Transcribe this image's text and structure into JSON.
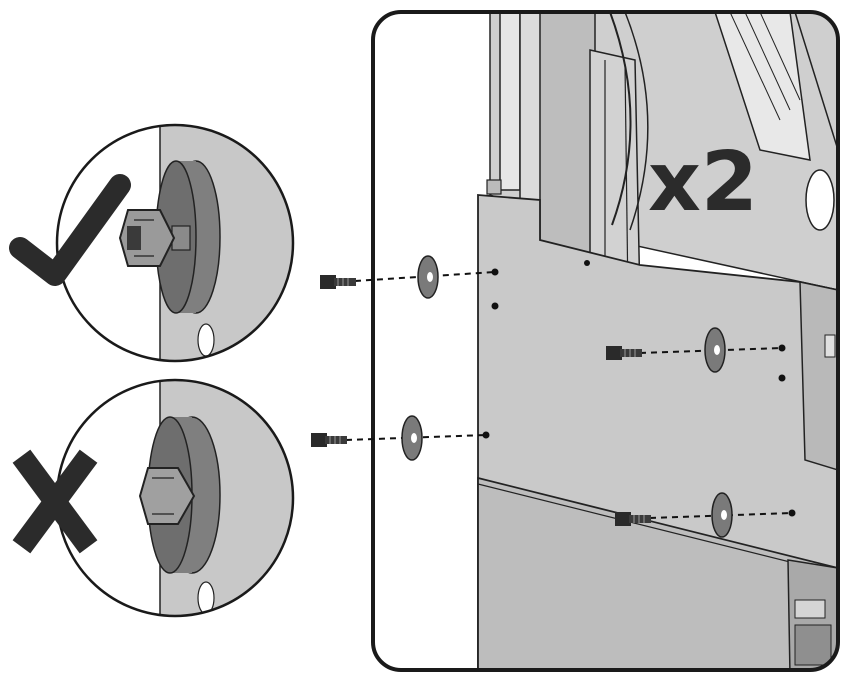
{
  "title": "",
  "quantity_label": "x2",
  "callouts": [
    {
      "id": "correct",
      "meaning": "correct",
      "mark": "check-mark"
    },
    {
      "id": "incorrect",
      "meaning": "incorrect",
      "mark": "x-mark"
    }
  ],
  "assembly": {
    "bolt_count": 4,
    "washer_count": 4
  },
  "colors": {
    "outline": "#1a1a1a",
    "panel": "#c9c9c9",
    "panel_dark": "#a9a9a9",
    "mark": "#2b2b2b",
    "washer": "#7a7a7a"
  }
}
